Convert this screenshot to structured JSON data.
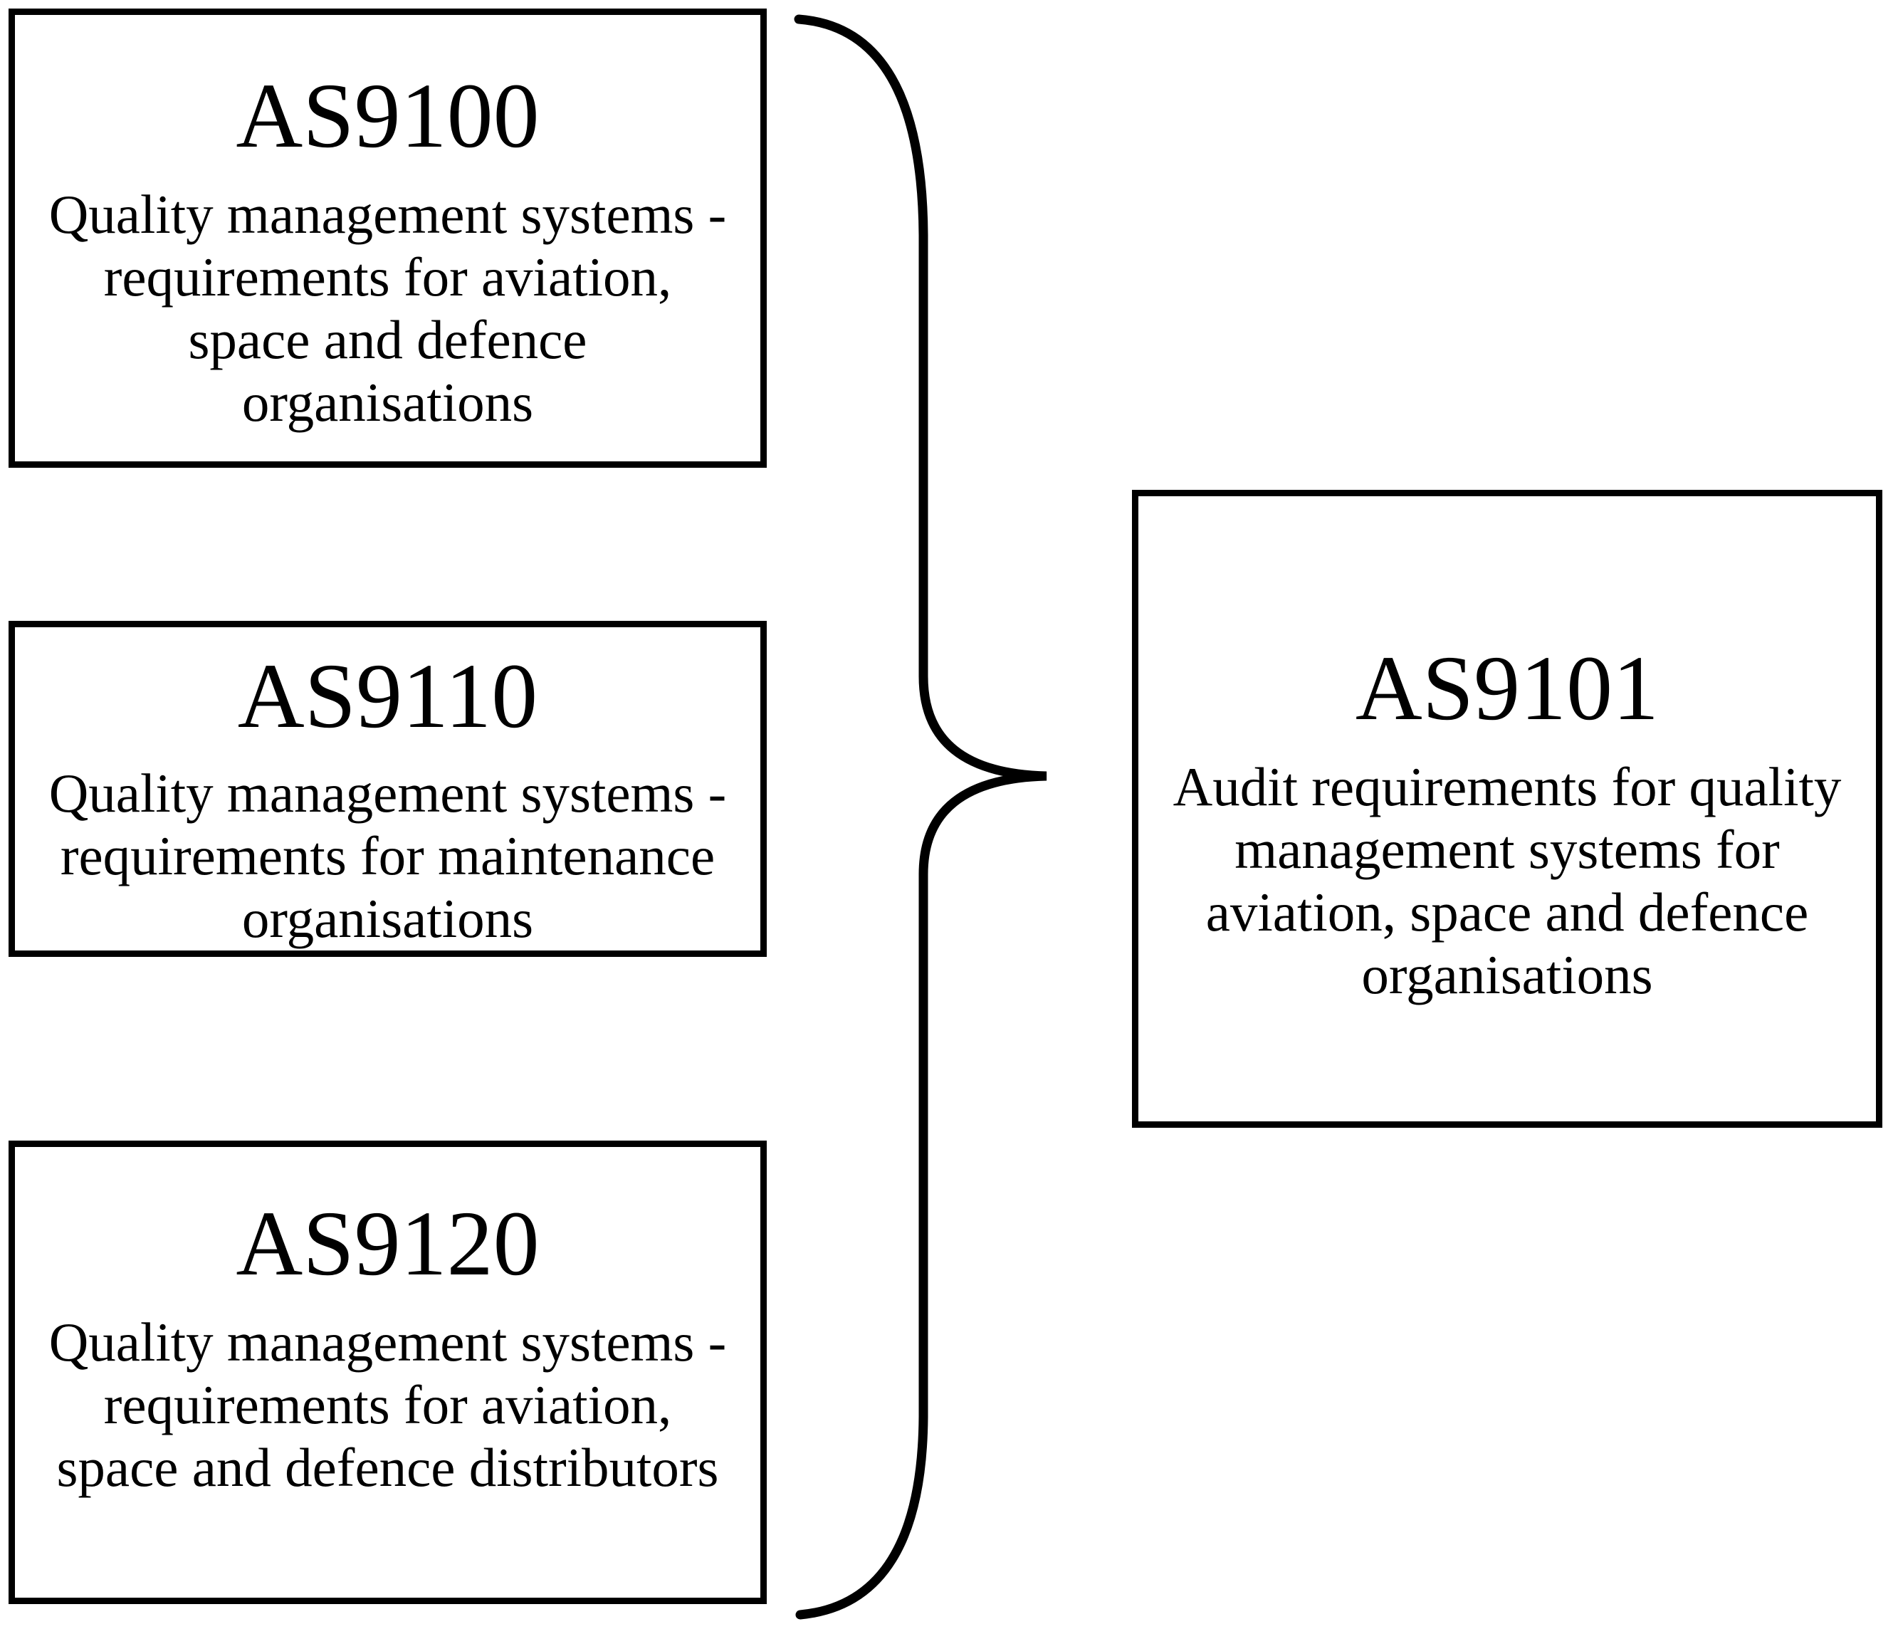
{
  "figure": {
    "description": "Relationship of AS9100-series quality management standards to the AS9101 audit requirements standard",
    "colors": {
      "ink": "#000000",
      "background": "#ffffff"
    },
    "left_boxes": [
      {
        "title": "AS9100",
        "lines": [
          "Quality management systems -",
          "requirements for aviation,",
          "space and defence",
          "organisations"
        ]
      },
      {
        "title": "AS9110",
        "lines": [
          "Quality management systems -",
          "requirements for maintenance",
          "organisations"
        ]
      },
      {
        "title": "AS9120",
        "lines": [
          "Quality management systems -",
          "requirements for aviation,",
          "space and defence distributors"
        ]
      }
    ],
    "right_box": {
      "title": "AS9101",
      "lines": [
        "Audit requirements for quality",
        "management systems for",
        "aviation, space and defence",
        "organisations"
      ]
    },
    "brace": {
      "shape": "right-curly-brace"
    }
  }
}
